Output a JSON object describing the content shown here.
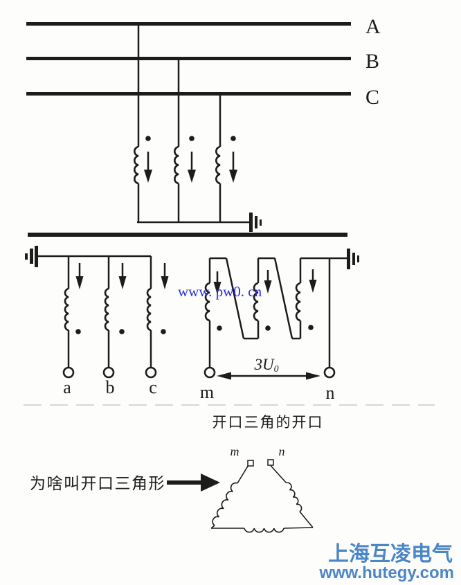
{
  "phase_labels": [
    "A",
    "B",
    "C"
  ],
  "secondary_terminals": [
    "a",
    "b",
    "c"
  ],
  "open_delta": {
    "terminal_m": "m",
    "terminal_n": "n",
    "voltage_text": "3U",
    "voltage_subscript": "0"
  },
  "captions": {
    "open_delta_title": "开口三角的开口",
    "why_question": "为啥叫开口三角形"
  },
  "triangle_sketch": {
    "terminal_m": "m",
    "terminal_n": "n"
  },
  "watermarks": {
    "center": "www. pw0. cn",
    "brand_name": "上海互凌电气",
    "brand_site": "www.hutegy.com"
  },
  "colors": {
    "ink": "#1c1c1c",
    "center_watermark": "#2b2bd5",
    "brand_watermark": "#4b86c7",
    "background": "#fdfdfb"
  }
}
